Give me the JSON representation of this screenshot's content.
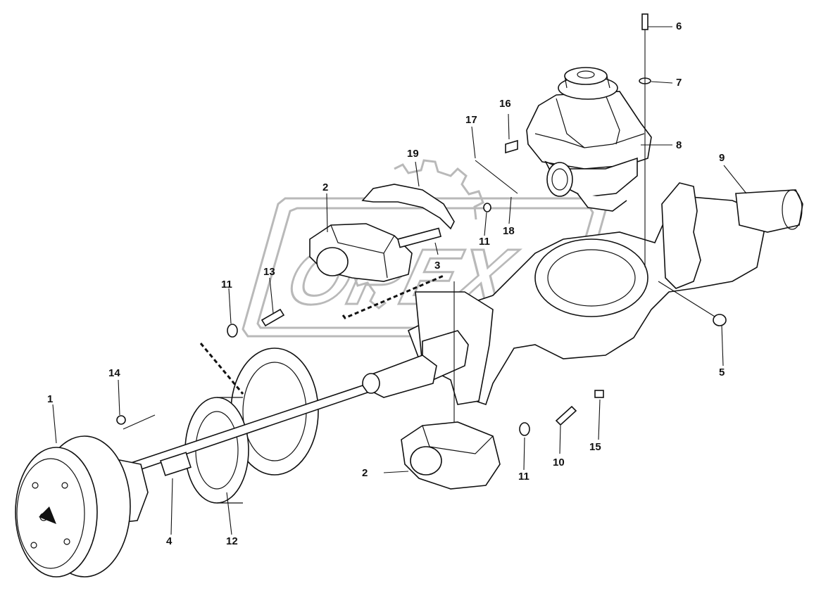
{
  "watermark": {
    "text": "OPEX"
  },
  "callouts": [
    {
      "id": "c1",
      "text": "1"
    },
    {
      "id": "c2a",
      "text": "2"
    },
    {
      "id": "c2b",
      "text": "2"
    },
    {
      "id": "c3",
      "text": "3"
    },
    {
      "id": "c4",
      "text": "4"
    },
    {
      "id": "c5",
      "text": "5"
    },
    {
      "id": "c6",
      "text": "6"
    },
    {
      "id": "c7",
      "text": "7"
    },
    {
      "id": "c8",
      "text": "8"
    },
    {
      "id": "c9",
      "text": "9"
    },
    {
      "id": "c10",
      "text": "10"
    },
    {
      "id": "c11a",
      "text": "11"
    },
    {
      "id": "c11b",
      "text": "11"
    },
    {
      "id": "c11c",
      "text": "11"
    },
    {
      "id": "c12",
      "text": "12"
    },
    {
      "id": "c13",
      "text": "13"
    },
    {
      "id": "c14",
      "text": "14"
    },
    {
      "id": "c15",
      "text": "15"
    },
    {
      "id": "c16",
      "text": "16"
    },
    {
      "id": "c17",
      "text": "17"
    },
    {
      "id": "c18",
      "text": "18"
    },
    {
      "id": "c19",
      "text": "19"
    }
  ]
}
